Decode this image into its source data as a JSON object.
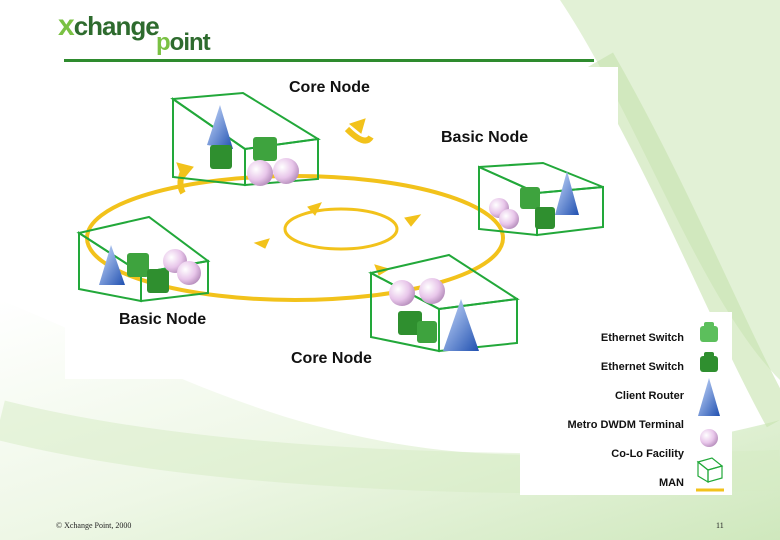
{
  "logo": {
    "line1_accent": "x",
    "line1_rest": "change",
    "line2_accent": "p",
    "line2_rest": "oint"
  },
  "diagram": {
    "labels": {
      "core_node_top": "Core Node",
      "basic_node_right": "Basic Node",
      "basic_node_left": "Basic Node",
      "core_node_bottom": "Core Node"
    }
  },
  "legend": {
    "items": [
      {
        "label": "Ethernet Switch",
        "icon": "ethernet-switch-light-icon"
      },
      {
        "label": "Ethernet Switch",
        "icon": "ethernet-switch-dark-icon"
      },
      {
        "label": "Client Router",
        "icon": "client-router-icon"
      },
      {
        "label": "Metro DWDM Terminal",
        "icon": "dwdm-terminal-icon"
      },
      {
        "label": "Co-Lo Facility",
        "icon": "colo-facility-icon"
      },
      {
        "label": "MAN",
        "icon": "man-line-icon"
      }
    ]
  },
  "footer": {
    "copyright": "© Xchange Point, 2000",
    "page_number": "11"
  },
  "colors": {
    "frame_green": "#22a83a",
    "ring_yellow": "#f2c21b",
    "switch_green": "#3a9a3a",
    "router_blue": "#3a6fc4",
    "dwdm_pink": "#e4c4e6"
  }
}
